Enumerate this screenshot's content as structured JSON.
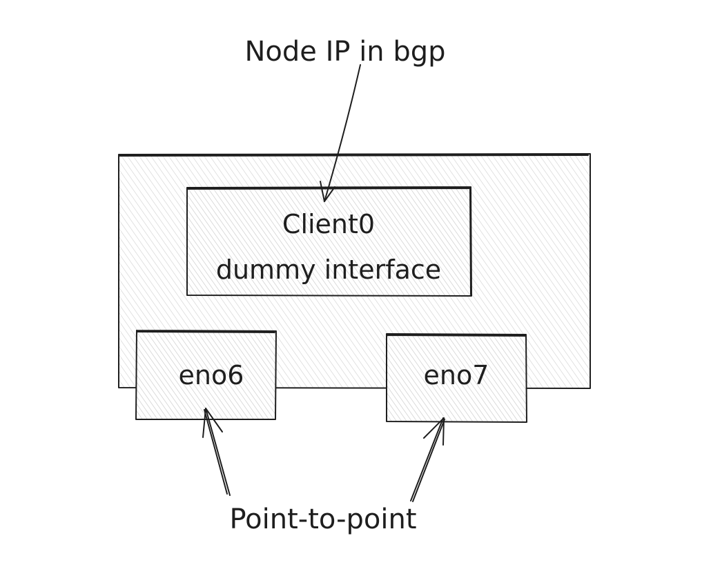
{
  "labels": {
    "top": "Node IP in bgp",
    "bottom": "Point-to-point"
  },
  "interfaces": {
    "dummy_line1": "Client0",
    "dummy_line2": "dummy interface",
    "left": "eno6",
    "right": "eno7"
  },
  "colors": {
    "stroke": "#1e1e1e",
    "hatch": "#cfcfcf",
    "background": "#ffffff"
  }
}
